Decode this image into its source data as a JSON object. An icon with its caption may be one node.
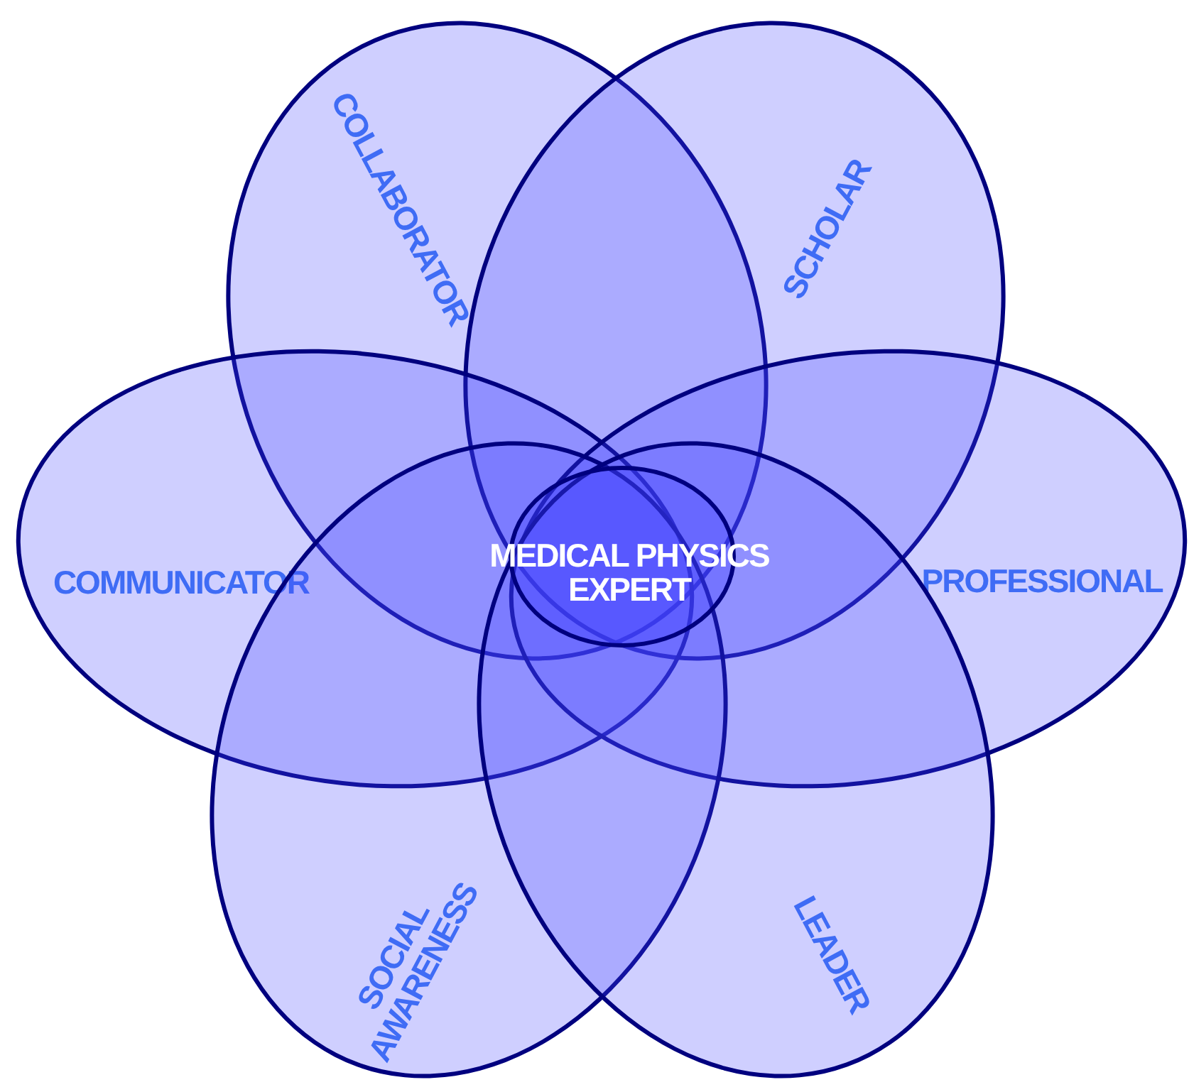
{
  "diagram": {
    "nodes": [
      {
        "text": [
          "COLLABORATOR"
        ]
      },
      {
        "text": [
          "SCHOLAR"
        ]
      },
      {
        "text": [
          "COMMUNICATOR"
        ]
      },
      {
        "text": [
          "PROFESSIONAL"
        ]
      },
      {
        "text": [
          "SOCIAL AWARENESS"
        ]
      },
      {
        "text": [
          "LEADER"
        ]
      },
      {
        "text": [
          "MEDICAL PHYSICS EXPERT"
        ]
      }
    ]
  }
}
